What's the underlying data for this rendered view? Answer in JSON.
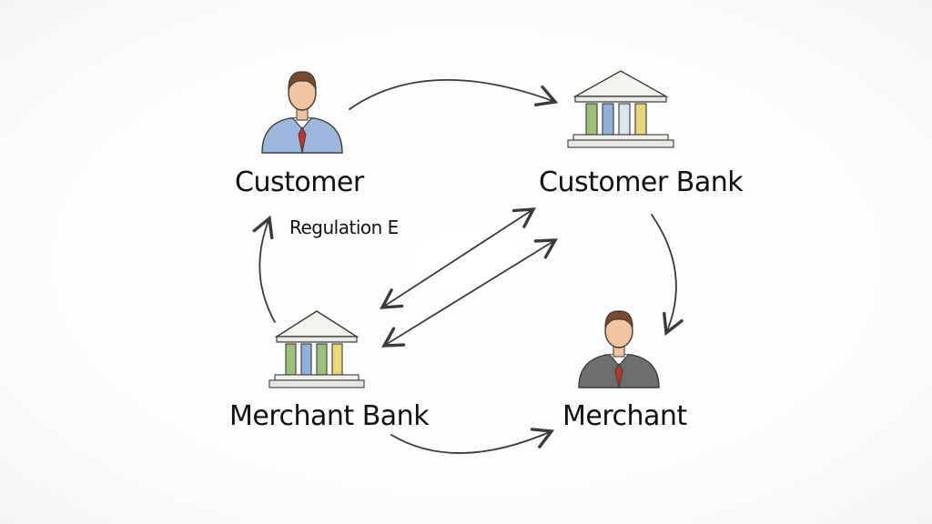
{
  "nodes": {
    "customer": {
      "label": "Customer",
      "icon": "person-icon"
    },
    "customer_bank": {
      "label": "Customer Bank",
      "icon": "bank-icon"
    },
    "merchant_bank": {
      "label": "Merchant Bank",
      "icon": "bank-icon"
    },
    "merchant": {
      "label": "Merchant",
      "icon": "person-icon"
    }
  },
  "annotations": {
    "regulation": "Regulation E"
  },
  "colors": {
    "stroke": "#3a3a3a",
    "customer_shirt": "#9cb8de",
    "merchant_shirt": "#6e6e6e",
    "tie": "#c8322a",
    "skin": "#f2c3a0",
    "hair": "#7a4a2a",
    "bank_column_green": "#9cc07a",
    "bank_column_yellow": "#e9d77a",
    "bank_column_blue": "#8fb0d8"
  }
}
